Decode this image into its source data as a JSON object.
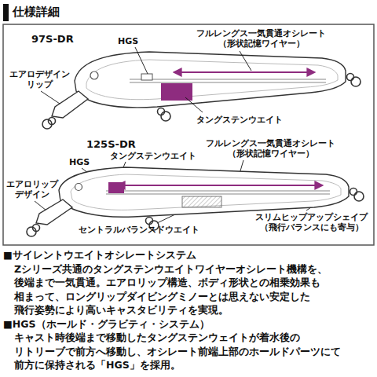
{
  "diagram": {
    "title": "仕様詳細",
    "labels": [
      "97S-DR",
      "HGS",
      "フルレングス一気貫通オシレート （形状記憶ワイヤー）",
      "エアロデザイン リップ",
      "タングステンウエイト",
      "125S-DR",
      "タングステンウエイト",
      "HGS",
      "フルレングス一気貫通オシレート （形状記憶ワイヤー）",
      "エアロリップ デザイン",
      "セントラルバランスドウエイト",
      "スリムヒップアップシェイプ （飛行バランスにも寄与）",
      "■サイレントウエイトオシレートシステム",
      "Zシリーズ共通のタングステンウエイトワイヤーオシレート機構を、 後端まで一気貫通。エアロリップ構造、ボディ形状との相乗効果も 相まって、ロングリップダイビングミノーとは思えない安定した 飛行姿勢により高いキャスタビリティを実現。",
      "■HGS（ホールド・グラビティ・システム）",
      "キャスト時後端まで移動したタングステンウェイトが着水後の リトリーブで前方へ移動し、オシレート前端上部のホールドパーツにて 前方に保持される「HGS」を採用。"
    ]
  }
}
